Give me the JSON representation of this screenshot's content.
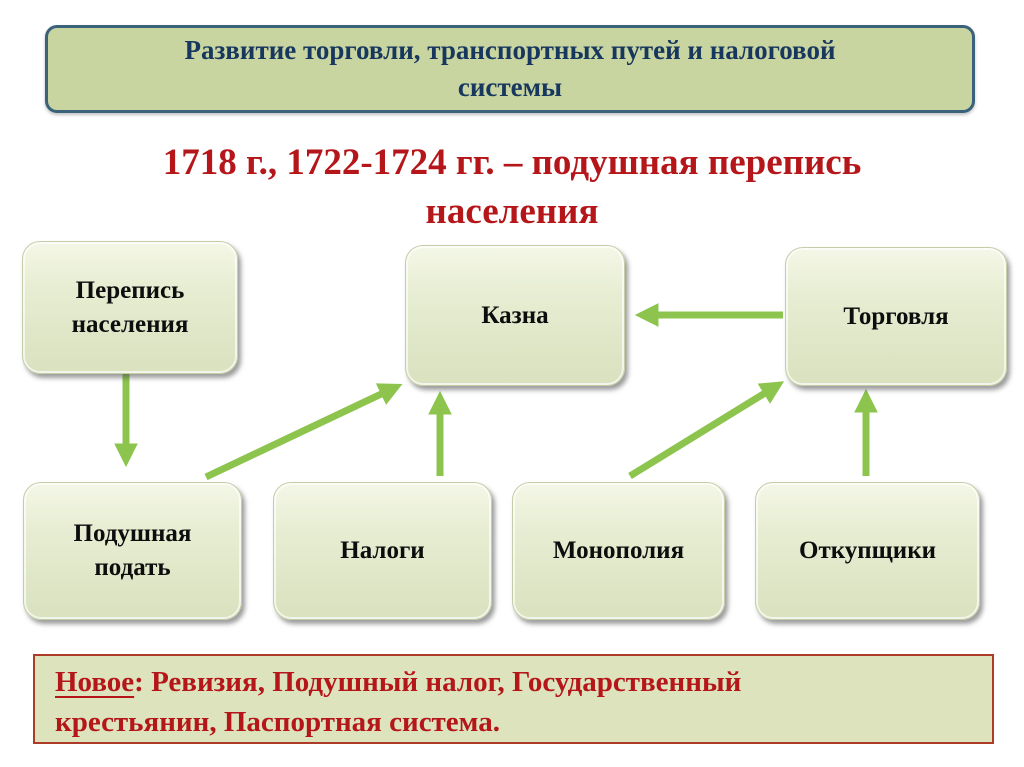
{
  "header": {
    "lines": [
      "Развитие торговли, транспортных путей и налоговой",
      "системы"
    ]
  },
  "title": {
    "full_text": "1718 г., 1722-1724 гг. – подушная перепись населения",
    "lines": [
      "1718 г., 1722-1724 гг. – подушная перепись",
      "населения"
    ]
  },
  "diagram": {
    "nodes": [
      {
        "id": "perepis",
        "label": "Перепись населения"
      },
      {
        "id": "kazna",
        "label": "Казна"
      },
      {
        "id": "torgovlya",
        "label": "Торговля"
      },
      {
        "id": "podushnaya",
        "label": "Подушная подать"
      },
      {
        "id": "nalogi",
        "label": "Налоги"
      },
      {
        "id": "monopoliya",
        "label": "Монополия"
      },
      {
        "id": "otkupschiki",
        "label": "Откупщики"
      }
    ],
    "edges": [
      {
        "from": "Перепись населения",
        "to": "Подушная подать"
      },
      {
        "from": "Подушная подать",
        "to": "Казна"
      },
      {
        "from": "Налоги",
        "to": "Казна"
      },
      {
        "from": "Торговля",
        "to": "Казна"
      },
      {
        "from": "Монополия",
        "to": "Торговля"
      },
      {
        "from": "Откупщики",
        "to": "Торговля"
      }
    ],
    "arrow_color": "#8cc44e"
  },
  "footer": {
    "lead": "Новое",
    "rest_line1": ": Ревизия, Подушный налог, Государственный",
    "line2": "крестьянин, Паспортная система.",
    "full_text": "Новое: Ревизия, Подушный налог, Государственный крестьянин, Паспортная система."
  },
  "colors": {
    "header_background": "#c8d5a0",
    "header_border": "#3a627a",
    "header_text": "#17375e",
    "accent_red": "#b5161a",
    "node_fill": "#e7edd2",
    "arrow_green": "#8cc44e",
    "footer_background": "#dde4bd",
    "footer_border": "#ac3c28"
  }
}
